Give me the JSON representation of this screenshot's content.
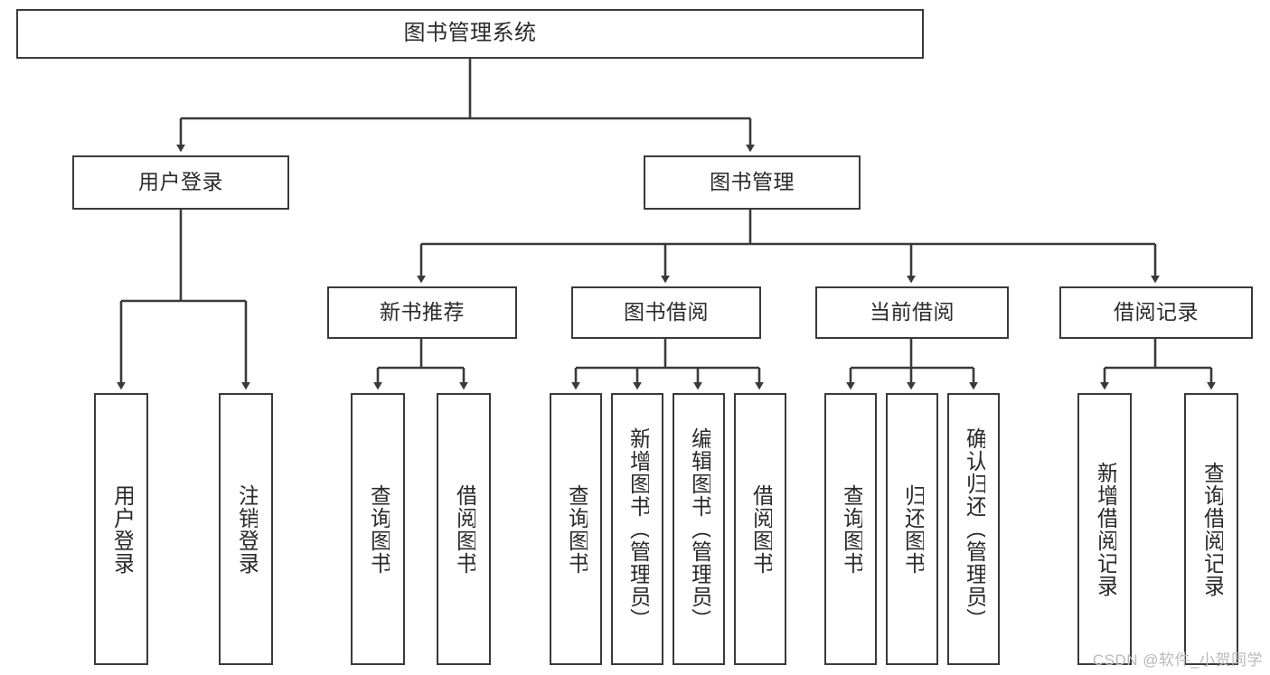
{
  "diagram": {
    "title": "图书管理系统",
    "colors": {
      "line": "#3a3a3a",
      "box_border": "#3a3a3a",
      "box_fill": "#ffffff",
      "text": "#2b2b2b",
      "watermark": "#b9b9b9"
    },
    "root": {
      "id": "root",
      "label": "图书管理系统"
    },
    "level1": [
      {
        "id": "user-login",
        "label": "用户登录"
      },
      {
        "id": "book-manage",
        "label": "图书管理"
      }
    ],
    "level2": [
      {
        "id": "new-book-rec",
        "label": "新书推荐"
      },
      {
        "id": "book-borrow",
        "label": "图书借阅"
      },
      {
        "id": "current-borrow",
        "label": "当前借阅"
      },
      {
        "id": "borrow-record",
        "label": "借阅记录"
      }
    ],
    "leaves": {
      "user_login": [
        {
          "id": "leaf-user-login",
          "label": "用户登录"
        },
        {
          "id": "leaf-user-logout",
          "label": "注销登录"
        }
      ],
      "new_book_rec": [
        {
          "id": "leaf-query-book-1",
          "label": "查询图书"
        },
        {
          "id": "leaf-borrow-book-1",
          "label": "借阅图书"
        }
      ],
      "book_borrow": [
        {
          "id": "leaf-query-book-2",
          "label": "查询图书"
        },
        {
          "id": "leaf-add-book",
          "label": "新增图书（管理员）"
        },
        {
          "id": "leaf-edit-book",
          "label": "编辑图书（管理员）"
        },
        {
          "id": "leaf-borrow-book-2",
          "label": "借阅图书"
        }
      ],
      "current_borrow": [
        {
          "id": "leaf-query-book-3",
          "label": "查询图书"
        },
        {
          "id": "leaf-return-book",
          "label": "归还图书"
        },
        {
          "id": "leaf-confirm-return",
          "label": "确认归还（管理员）"
        }
      ],
      "borrow_record": [
        {
          "id": "leaf-add-record",
          "label": "新增借阅记录"
        },
        {
          "id": "leaf-query-record",
          "label": "查询借阅记录"
        }
      ]
    }
  },
  "watermark": {
    "text": "CSDN @软件_小贺同学"
  }
}
